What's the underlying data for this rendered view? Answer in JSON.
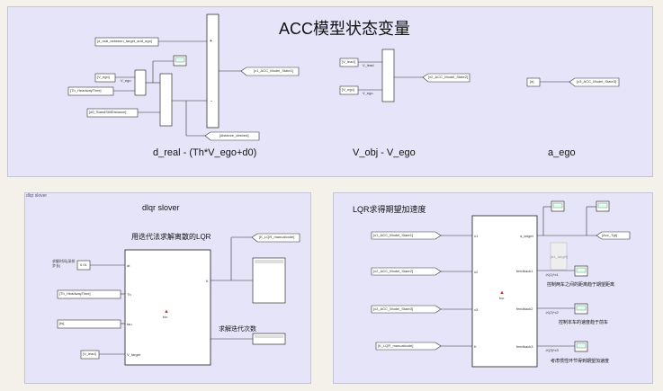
{
  "top": {
    "title": "ACC模型状态变量",
    "captions": {
      "d": "d_real - (Th*V_ego+d0)",
      "v": "V_obj - V_ego",
      "a": "a_ego"
    },
    "tags": {
      "d_real": "[d_real_between_target_and_ego]",
      "v_ego_in": "[V_ego]",
      "th": "[Th_HeadwayTime]",
      "d0": "[d0_StandStillDistance]",
      "x1": "[x1_ACC_Model_State1]",
      "dist_desired": "[distance_desired]",
      "v_lead": "[V_lead]",
      "v_ego2": "[V_ego]",
      "x2": "[x2_ACC_Model_State2]",
      "a_in": "[a]",
      "x3": "[x3_ACC_Model_State3]"
    },
    "ports": {
      "v_lead": "V_lead",
      "v_ego": "V_ego"
    }
  },
  "dlqr": {
    "area_label": "dlqr slover",
    "title": "dlqr slover",
    "subtitle": "用迭代法求解离散的LQR",
    "const_label": "求解时间(采样步长)",
    "const_value": "0.01",
    "tags": {
      "th": "[Th_HeadwayTime]",
      "ts": "[ts]",
      "v_lead": "[V_lead]",
      "k_out": "[K_LQR_manualcode]"
    },
    "inputs": [
      "dt",
      "Th",
      "tau",
      "V_target"
    ],
    "output": "K",
    "iter_label": "求解迭代次数",
    "fcn": "fcn"
  },
  "lqr": {
    "title": "LQR求得期望加速度",
    "tags": {
      "x1": "[x1_ACC_Model_State1]",
      "x2": "[x2_ACC_Model_State2]",
      "x3": "[x3_ACC_Model_State3]",
      "k": "[K_LQR_manualcode]",
      "acc_tgt": "[Acc_Tgt]"
    },
    "inputs": [
      "x1",
      "x2",
      "x3",
      "K"
    ],
    "outputs": [
      "a_target",
      "feedback1",
      "feedback2",
      "feedback3"
    ],
    "gains": [
      "-K(1)*x1",
      "-K(2)*x2",
      "-K(3)*x3"
    ],
    "notes": [
      "控制两车之间的距离趋于期望距离",
      "控制本车的速度趋于前车",
      "考虑惯性环节得到期望加速度"
    ],
    "scope_label": "[a1_target]",
    "fcn": "fcn"
  }
}
